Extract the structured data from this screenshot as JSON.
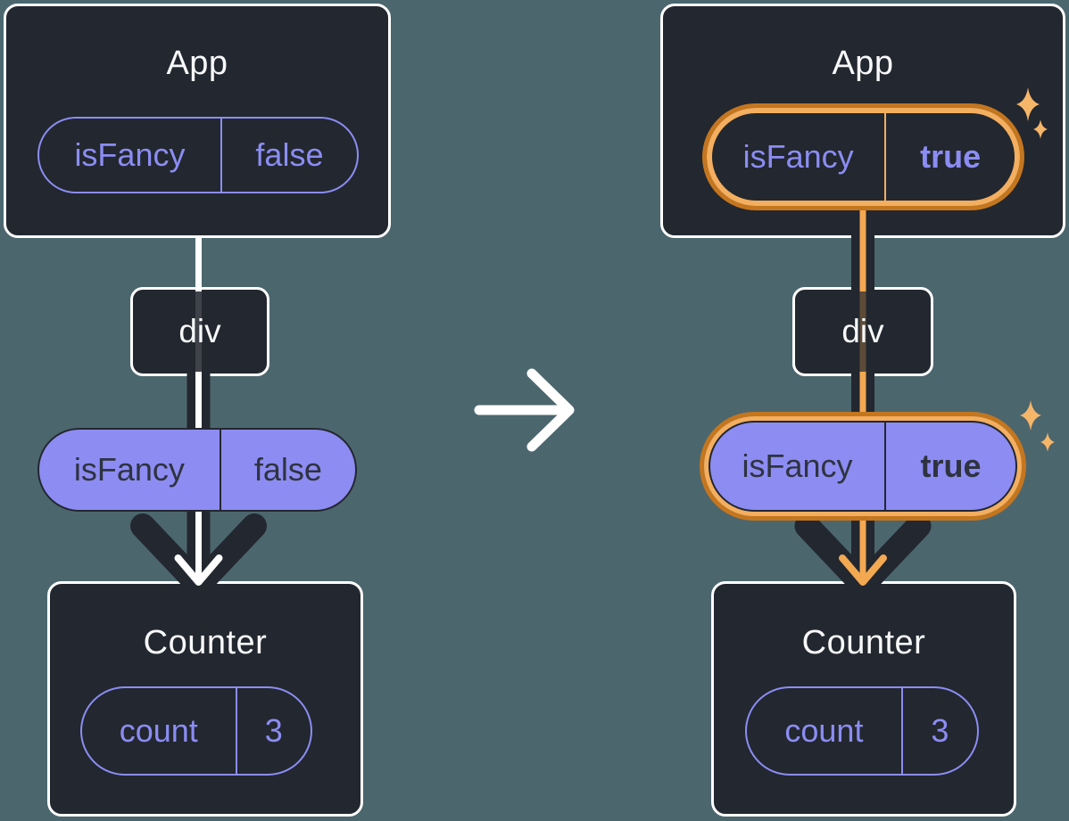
{
  "colors": {
    "background": "#4C666E",
    "node_fill": "#23272F",
    "node_border": "#FFFFFF",
    "accent_purple": "#8B8DF3",
    "pill_fill_purple": "#8D8CF2",
    "dark_text": "#2E3340",
    "highlight_orange_dark": "#C4761F",
    "highlight_orange_light": "#F3AE5F",
    "arrow_orange": "#F3A852",
    "sparkle_orange": "#F6B66A",
    "arrow_dark": "#23272F",
    "arrow_white": "#FFFFFF"
  },
  "icons": {
    "transition_arrow": "right-arrow",
    "sparkle": "four-point-star"
  },
  "panels": {
    "before": {
      "app": {
        "title": "App",
        "pill": {
          "name": "isFancy",
          "value": "false",
          "highlighted": false
        }
      },
      "middle_node": {
        "label": "div"
      },
      "passed_prop": {
        "name": "isFancy",
        "value": "false",
        "highlighted": false
      },
      "counter": {
        "title": "Counter",
        "pill": {
          "name": "count",
          "value": "3"
        }
      }
    },
    "after": {
      "app": {
        "title": "App",
        "pill": {
          "name": "isFancy",
          "value": "true",
          "highlighted": true
        }
      },
      "middle_node": {
        "label": "div"
      },
      "passed_prop": {
        "name": "isFancy",
        "value": "true",
        "highlighted": true
      },
      "counter": {
        "title": "Counter",
        "pill": {
          "name": "count",
          "value": "3"
        }
      }
    }
  }
}
